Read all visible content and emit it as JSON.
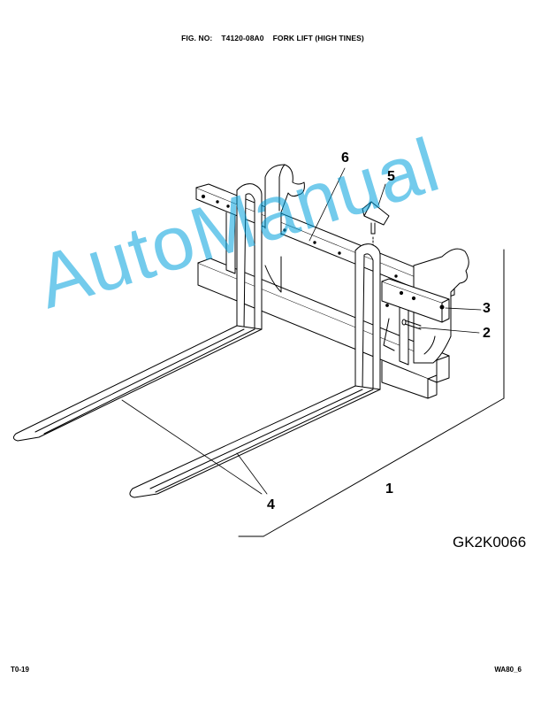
{
  "header": {
    "fig_label": "FIG. NO:",
    "fig_number": "T4120-08A0",
    "fig_title": "FORK LIFT (HIGH TINES)"
  },
  "callouts": {
    "c1": "1",
    "c2": "2",
    "c3": "3",
    "c4": "4",
    "c5": "5",
    "c6": "6"
  },
  "drawing_code": "GK2K0066",
  "footer": {
    "left": "T0-19",
    "right": "WA80_6"
  },
  "watermark": {
    "text": "AutoManual",
    "color": "#00a0dc"
  }
}
